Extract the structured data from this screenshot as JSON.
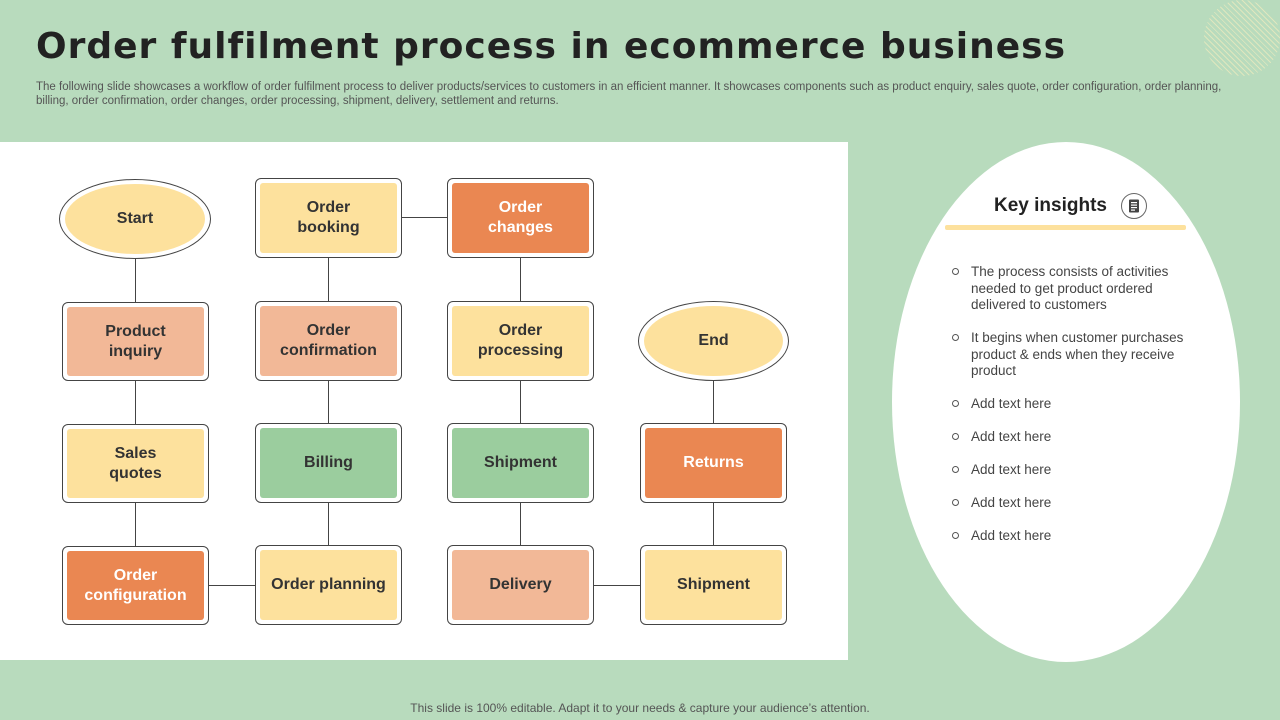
{
  "slide": {
    "title": "Order fulfilment process in ecommerce business",
    "subtitle": "The following slide showcases a workflow of order fulfilment process to deliver products/services to customers in an efficient manner. It showcases components such as product enquiry, sales quote, order configuration, order planning, billing, order confirmation, order changes, order processing, shipment, delivery, settlement and returns.",
    "footer": "This slide is 100% editable. Adapt it to your needs & capture your audience’s attention."
  },
  "flow": {
    "start": "Start",
    "product_inquiry": "Product\ninquiry",
    "sales_quotes": "Sales\nquotes",
    "order_configuration": "Order\nconfiguration",
    "order_booking": "Order\nbooking",
    "order_confirmation": "Order\nconfirmation",
    "billing": "Billing",
    "order_planning": "Order planning",
    "order_changes": "Order\nchanges",
    "order_processing": "Order\nprocessing",
    "shipment_mid": "Shipment",
    "delivery": "Delivery",
    "end": "End",
    "returns": "Returns",
    "shipment_right": "Shipment"
  },
  "insights": {
    "title": "Key insights",
    "icon": "document-icon",
    "items": [
      "The process consists of activities needed to get product ordered delivered to customers",
      "It begins when customer purchases product & ends when they receive product",
      "Add text here",
      "Add text here",
      "Add text here",
      "Add text here",
      "Add text here"
    ]
  },
  "colors": {
    "background": "#b8dbbd",
    "yellow": "#fde19d",
    "peach": "#f2b897",
    "orange": "#ea8752",
    "green": "#9bcd9e"
  }
}
